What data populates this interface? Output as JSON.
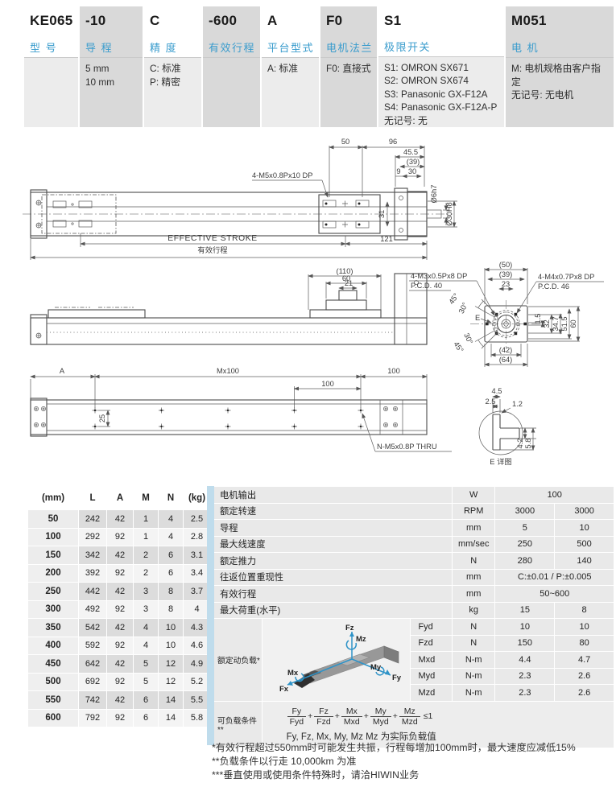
{
  "model_table": {
    "columns": [
      {
        "code": "KE065",
        "label": "型 号",
        "options": []
      },
      {
        "code": "-10",
        "label": "导 程",
        "options": [
          "5 mm",
          "10 mm"
        ]
      },
      {
        "code": "C",
        "label": "精 度",
        "options": [
          "C: 标准",
          "P: 精密"
        ]
      },
      {
        "code": "-600",
        "label": "有效行程",
        "options": []
      },
      {
        "code": "A",
        "label": "平台型式",
        "options": [
          "A: 标准"
        ]
      },
      {
        "code": "F0",
        "label": "电机法兰",
        "options": [
          "F0: 直接式"
        ]
      },
      {
        "code": "S1",
        "label": "极限开关",
        "options": [
          "S1: OMRON SX671",
          "S2: OMRON SX674",
          "S3: Panasonic GX-F12A",
          "S4: Panasonic GX-F12A-P",
          "无记号: 无"
        ]
      },
      {
        "code": "M051",
        "label": "电 机",
        "options": [
          "M: 电机规格由客户指定",
          "无记号: 无电机"
        ]
      }
    ]
  },
  "drawings": {
    "plan": {
      "callout_m5": "4-M5x0.8Px10 DP",
      "d50": "50",
      "d96": "96",
      "d45_5": "45.5",
      "d39": "(39)",
      "d9": "9",
      "d30": "30",
      "d6h7": "Ø6h7",
      "d30h8": "Ø30H8",
      "d31": "31",
      "d121": "121",
      "stroke_en": "EFFECTIVE STROKE",
      "stroke_cn": "有效行程"
    },
    "side": {
      "d110": "(110)",
      "d60": "60",
      "d21": "21",
      "callout_m3a": "4-M3x0.5Px8 DP",
      "callout_m3b": "P.C.D. 40",
      "callout_m4a": "4-M4x0.7Px8 DP",
      "callout_m4b": "P.C.D. 46",
      "a45u": "45°",
      "a30u": "30°",
      "a30l": "30°",
      "a45l": "45°",
      "e": "E",
      "d50": "(50)",
      "d39": "(39)",
      "d23": "23",
      "d42": "(42)",
      "d64": "(64)",
      "d1_5": "1.5",
      "d32": "32",
      "d34_7": "34.7",
      "d51_5": "51.5",
      "d60v": "60"
    },
    "bottom": {
      "dA": "A",
      "mx": "Mx100",
      "d100a": "100",
      "d100b": "100",
      "d25": "25",
      "callout_n": "N-M5x0.8P THRU",
      "e_detail": "E 详图",
      "d4_5": "4.5",
      "d2_5": "2.5",
      "d1_2": "1.2",
      "d4_2": "4.2",
      "d5_8": "5.8"
    }
  },
  "dim_table": {
    "headers": [
      "(mm)",
      "L",
      "A",
      "M",
      "N",
      "(kg)"
    ],
    "rows": [
      [
        "50",
        "242",
        "42",
        "1",
        "4",
        "2.5"
      ],
      [
        "100",
        "292",
        "92",
        "1",
        "4",
        "2.8"
      ],
      [
        "150",
        "342",
        "42",
        "2",
        "6",
        "3.1"
      ],
      [
        "200",
        "392",
        "92",
        "2",
        "6",
        "3.4"
      ],
      [
        "250",
        "442",
        "42",
        "3",
        "8",
        "3.7"
      ],
      [
        "300",
        "492",
        "92",
        "3",
        "8",
        "4"
      ],
      [
        "350",
        "542",
        "42",
        "4",
        "10",
        "4.3"
      ],
      [
        "400",
        "592",
        "92",
        "4",
        "10",
        "4.6"
      ],
      [
        "450",
        "642",
        "42",
        "5",
        "12",
        "4.9"
      ],
      [
        "500",
        "692",
        "92",
        "5",
        "12",
        "5.2"
      ],
      [
        "550",
        "742",
        "42",
        "6",
        "14",
        "5.5"
      ],
      [
        "600",
        "792",
        "92",
        "6",
        "14",
        "5.8"
      ]
    ]
  },
  "spec_table": {
    "rows": [
      {
        "label": "电机输出",
        "unit": "W",
        "v1": "100",
        "v2": ""
      },
      {
        "label": "额定转速",
        "unit": "RPM",
        "v1": "3000",
        "v2": "3000"
      },
      {
        "label": "导程",
        "unit": "mm",
        "v1": "5",
        "v2": "10"
      },
      {
        "label": "最大线速度",
        "unit": "mm/sec",
        "v1": "250",
        "v2": "500"
      },
      {
        "label": "额定推力",
        "unit": "N",
        "v1": "280",
        "v2": "140"
      },
      {
        "label": "往返位置重现性",
        "unit": "mm",
        "v1": "C:±0.01 / P:±0.005",
        "v2": ""
      },
      {
        "label": "有效行程",
        "unit": "mm",
        "v1": "50~600",
        "v2": ""
      },
      {
        "label": "最大荷重(水平)",
        "unit": "kg",
        "v1": "15",
        "v2": "8"
      }
    ],
    "dynamic_load": {
      "label": "额定动负载*",
      "rows": [
        {
          "name": "Fyd",
          "unit": "N",
          "v1": "10",
          "v2": "10"
        },
        {
          "name": "Fzd",
          "unit": "N",
          "v1": "150",
          "v2": "80"
        },
        {
          "name": "Mxd",
          "unit": "N-m",
          "v1": "4.4",
          "v2": "4.7"
        },
        {
          "name": "Myd",
          "unit": "N-m",
          "v1": "2.3",
          "v2": "2.6"
        },
        {
          "name": "Mzd",
          "unit": "N-m",
          "v1": "2.3",
          "v2": "2.6"
        }
      ]
    },
    "axes": {
      "fz": "Fz",
      "mz": "Mz",
      "my": "My",
      "fy": "Fy",
      "mx": "Mx",
      "fx": "Fx"
    },
    "load_condition": {
      "label": "可负载条件**",
      "terms": [
        {
          "n": "Fy",
          "d": "Fyd"
        },
        {
          "n": "Fz",
          "d": "Fzd"
        },
        {
          "n": "Mx",
          "d": "Mxd"
        },
        {
          "n": "My",
          "d": "Myd"
        },
        {
          "n": "Mz",
          "d": "Mzd"
        }
      ],
      "plus": "+",
      "le": "≤1",
      "note": "Fy, Fz, Mx, My, Mz Mz 为实际负载值"
    }
  },
  "footnotes": [
    "*有效行程超过550mm时可能发生共振，行程每增加100mm时，最大速度应减低15%",
    "**负载条件以行走 10,000km 为准",
    "***垂直使用或使用条件特殊时，请洽HIWIN业务"
  ]
}
